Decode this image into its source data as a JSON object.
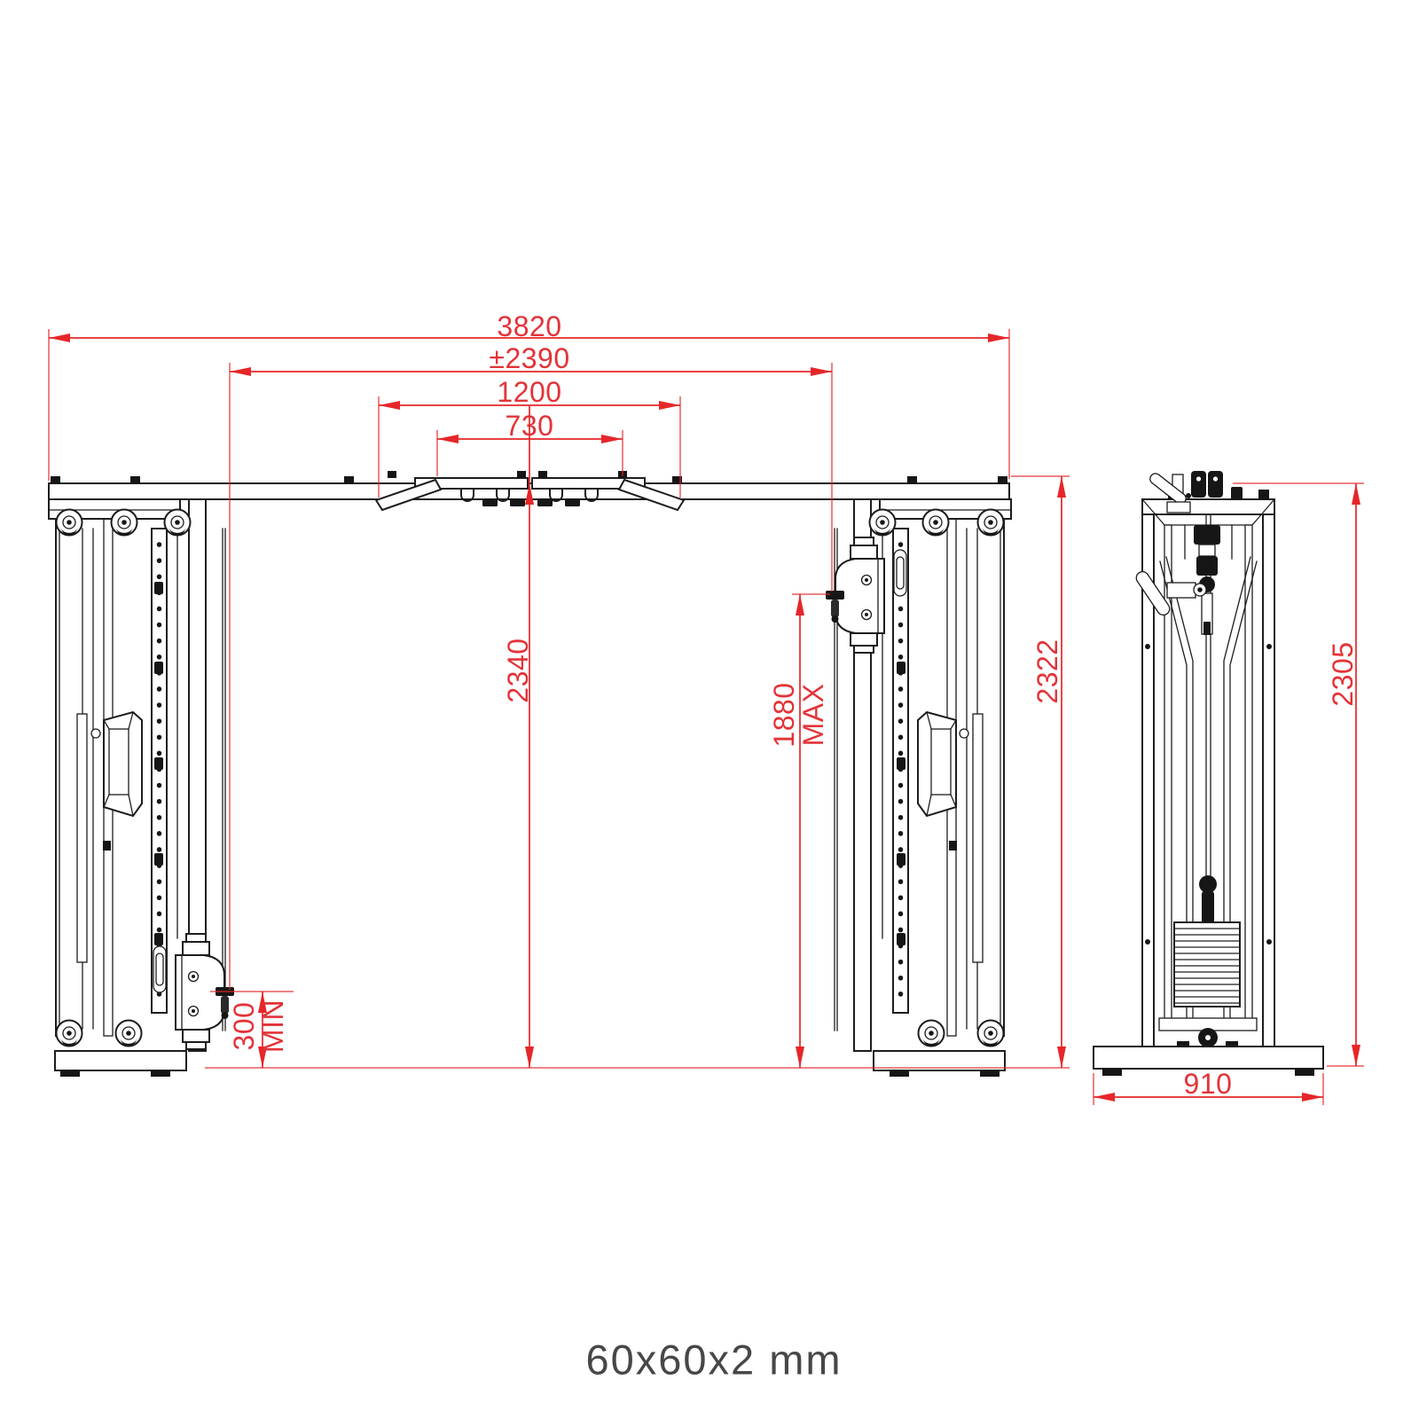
{
  "drawing": {
    "type": "technical-dimension-drawing",
    "subject": "cable crossover gym machine - front and side elevation",
    "caption": "60x60x2 mm",
    "colors": {
      "dimension": "#e62629",
      "line": "#1d1d1d",
      "caption": "#474747"
    },
    "front_view": {
      "dimensions": {
        "total_width": "3820",
        "pulley_span": "±2390",
        "center_section_width": "1200",
        "grip_bar_width": "730",
        "beam_underside_height": "2340",
        "handle_max_height": "1880",
        "handle_max_suffix": "MAX",
        "handle_min_height": "300",
        "handle_min_suffix": "MIN",
        "total_height": "2322"
      }
    },
    "side_view": {
      "dimensions": {
        "total_height": "2305",
        "base_depth": "910"
      }
    }
  }
}
